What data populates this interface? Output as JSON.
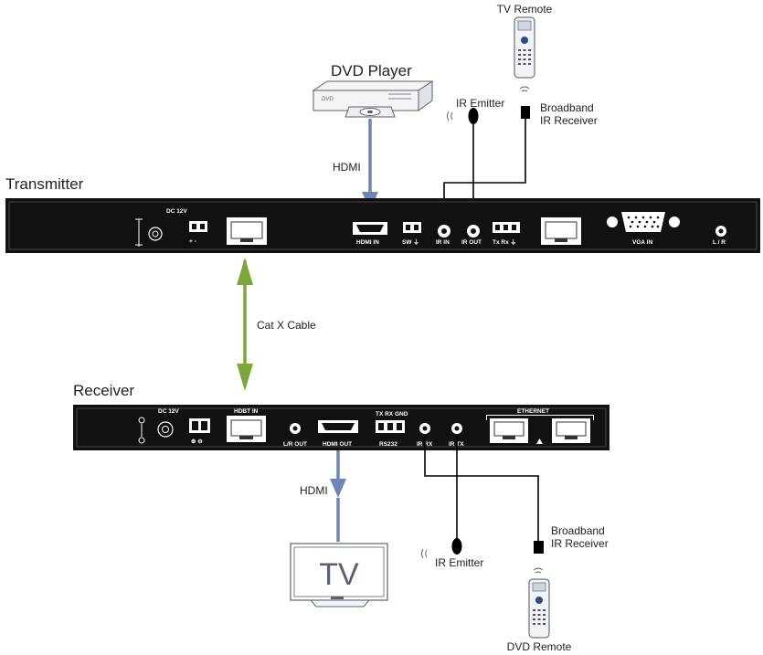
{
  "labels": {
    "tv_remote": "TV Remote",
    "dvd_player": "DVD Player",
    "dvd_tag": "DVD",
    "ir_emitter_top": "IR Emitter",
    "broadband_top_1": "Broadband",
    "broadband_top_2": "IR Receiver",
    "hdmi_top": "HDMI",
    "transmitter": "Transmitter",
    "cat_cable": "Cat X Cable",
    "receiver": "Receiver",
    "hdmi_bottom": "HDMI",
    "tv": "TV",
    "ir_emitter_bottom": "IR Emitter",
    "broadband_bottom_1": "Broadband",
    "broadband_bottom_2": "IR Receiver",
    "dvd_remote": "DVD Remote"
  },
  "transmitter_panel": {
    "dc": "DC 12V",
    "plus_minus": "+  -",
    "hdmi_in": "HDMI IN",
    "sw": "SW ⏚",
    "ir_in": "IR IN",
    "ir_out": "IR OUT",
    "txrx": "Tx Rx ⏚",
    "vga_in": "VGA IN",
    "lr": "L / R"
  },
  "receiver_panel": {
    "dc": "DC 12V",
    "plus_minus": "⊕ ⊖",
    "hdbt_in": "HDBT IN",
    "lr_out": "L/R OUT",
    "hdmi_out": "HDMI OUT",
    "rs232_top": "TX RX GND",
    "rs232": "RS232",
    "ir_rx": "IR RX",
    "ir_tx": "IR TX",
    "ethernet": "ETHERNET"
  },
  "colors": {
    "hdmi_arrow": "#6f86b0",
    "cat_arrow": "#7ba63a",
    "panel": "#111111",
    "cable": "#000000"
  }
}
